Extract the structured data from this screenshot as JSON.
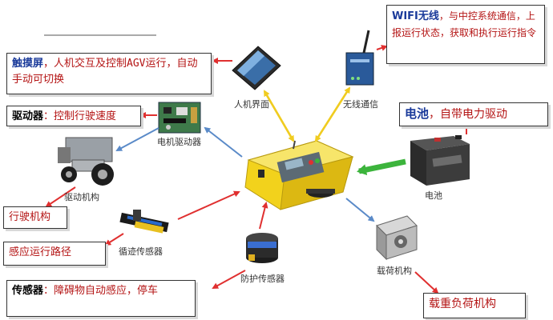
{
  "boxes": {
    "touchscreen": {
      "head": "触摸屏",
      "text": "，人机交互及控制AGV运行，自动手动可切换"
    },
    "wireless": {
      "head": "WIFI无线",
      "text": "，与中控系统通信，上报运行状态，获取和执行运行指令"
    },
    "driver": {
      "head": "驱动器",
      "text": "：控制行驶速度"
    },
    "battery": {
      "head": "电池",
      "text": "，自带电力驱动"
    },
    "travel": {
      "text": "行驶机构"
    },
    "path_sense": {
      "text": "感应运行路径"
    },
    "sensor": {
      "head": "传感器",
      "text": "：障碍物自动感应，停车"
    },
    "load": {
      "text": "载重负荷机构"
    }
  },
  "captions": {
    "hmi": "人机界面",
    "wireless_comm": "无线通信",
    "motor_driver": "电机驱动器",
    "drive_mech": "驱动机构",
    "battery": "电池",
    "guide_sensor": "循迹传感器",
    "protect_sensor": "防护传感器",
    "load_mech": "载荷机构"
  },
  "colors": {
    "red_arrow": "#e03030",
    "yellow_arrow": "#f0cc20",
    "blue_arrow": "#5a8ac8",
    "green_arrow": "#3cb43c",
    "agv_yellow": "#f2d21c",
    "box_text": "#b41414"
  }
}
